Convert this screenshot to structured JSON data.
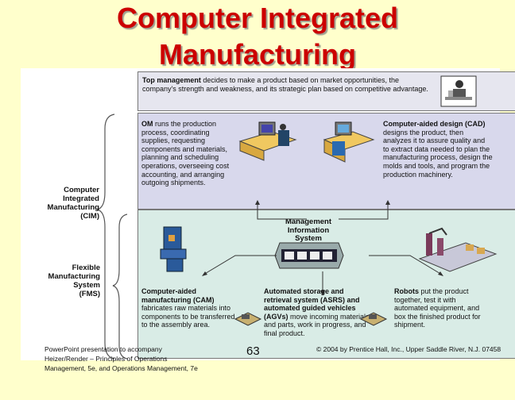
{
  "title": {
    "line1": "Computer Integrated",
    "line2": "Manufacturing"
  },
  "side_labels": {
    "cim": [
      "Computer",
      "Integrated",
      "Manufacturing",
      "(CIM)"
    ],
    "fms": [
      "Flexible",
      "Manufacturing",
      "System",
      "(FMS)"
    ]
  },
  "blocks": {
    "top_management": {
      "lead": "Top management",
      "text": " decides to make a product based on market opportunities, the company's strength and weakness, and its strategic plan based on competitive advantage."
    },
    "om": {
      "lead": "OM",
      "text": " runs the production process, coordinating supplies, requesting components and materials, planning and scheduling operations, overseeing cost accounting, and arranging outgoing shipments."
    },
    "cad": {
      "lead": "Computer-aided design (CAD)",
      "text": " designs the product, then analyzes it to assure quality and to extract data needed to plan the manufacturing process, design the molds and tools, and program the production machinery."
    },
    "mis": {
      "label": "Management Information System"
    },
    "cam": {
      "lead": "Computer-aided manufacturing (CAM)",
      "text": " fabricates raw materials into components to be transferred to the assembly area."
    },
    "asrs": {
      "lead": "Automated storage and retrieval system (ASRS) and automated guided vehicles (AGVs)",
      "text": " move incoming materials and parts, work in progress, and final product."
    },
    "robots": {
      "lead": "Robots",
      "text": " put the product together, test it with automated equipment, and box the finished product for shipment."
    }
  },
  "footer": {
    "left": "PowerPoint presentation to accompany Heizer/Render – Principles of Operations Management, 5e, and Operations Management, 7e",
    "page": "63",
    "right": "© 2004 by Prentice Hall, Inc., Upper Saddle River, N.J. 07458"
  }
}
